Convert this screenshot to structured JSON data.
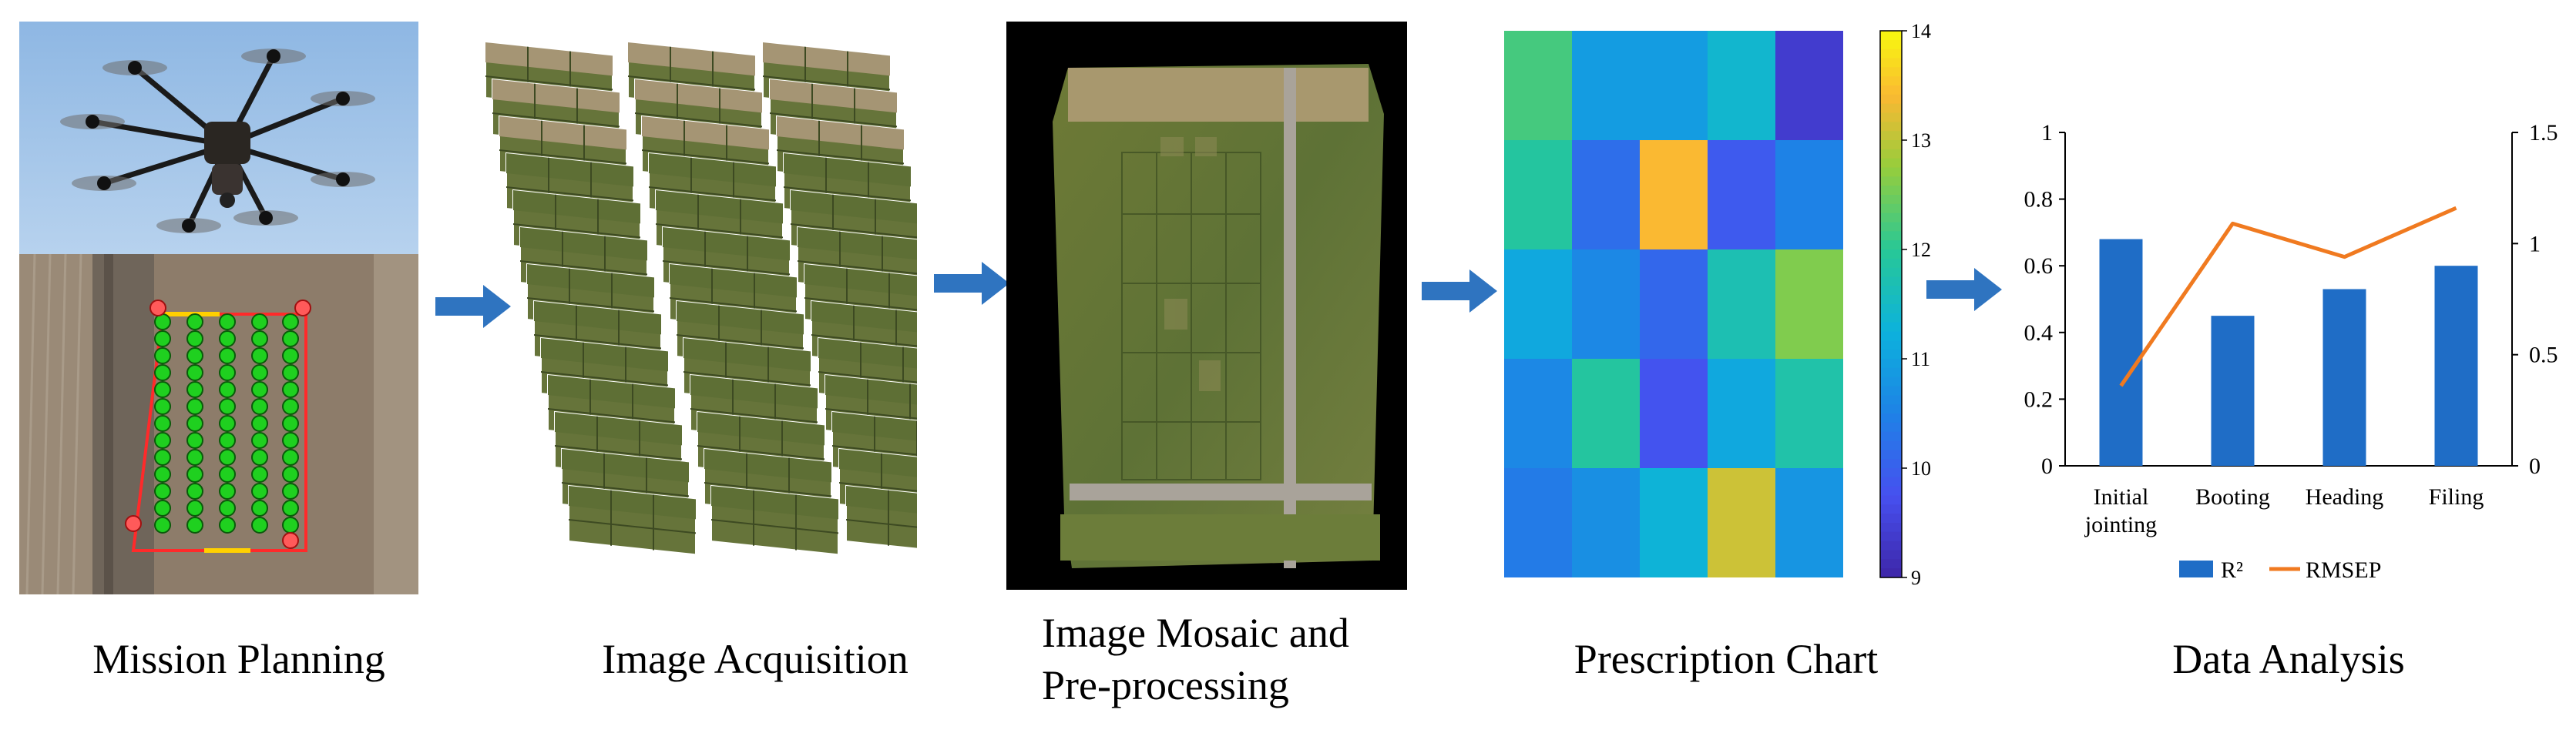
{
  "steps": [
    {
      "caption": "Mission Planning"
    },
    {
      "caption": "Image Acquisition"
    },
    {
      "caption_line1": "Image Mosaic and",
      "caption_line2": "Pre-processing"
    },
    {
      "caption": "Prescription Chart"
    },
    {
      "caption": "Data Analysis"
    }
  ],
  "colors": {
    "arrow": "#2f74c0",
    "sky": "#9cc0e6",
    "field": "#8a7a66",
    "waypoint": "#1fd01f",
    "flight_path": "#ff2a2a",
    "bar": "#1f6dc6",
    "line": "#f07a20"
  },
  "prescription": {
    "colorbar_ticks": [
      "14",
      "13",
      "12",
      "11",
      "10",
      "9"
    ],
    "colorbar_range": [
      9,
      14
    ],
    "grid": [
      [
        12.2,
        10.9,
        10.9,
        11.4,
        9.4
      ],
      [
        11.9,
        10.2,
        13.4,
        9.9,
        10.5
      ],
      [
        11.1,
        10.6,
        10.1,
        11.7,
        12.6
      ],
      [
        10.6,
        11.9,
        9.8,
        11.1,
        11.8
      ],
      [
        10.4,
        10.7,
        11.3,
        13.1,
        10.8
      ]
    ]
  },
  "chart_data": {
    "type": "bar",
    "categories": [
      "Initial\njointing",
      "Booting",
      "Heading",
      "Filing"
    ],
    "category_lines": [
      [
        "Initial",
        "jointing"
      ],
      [
        "Booting"
      ],
      [
        "Heading"
      ],
      [
        "Filing"
      ]
    ],
    "series": [
      {
        "name": "R²",
        "type": "bar",
        "axis": "left",
        "values": [
          0.68,
          0.45,
          0.53,
          0.6
        ]
      },
      {
        "name": "RMSEP",
        "type": "line",
        "axis": "right",
        "values": [
          0.36,
          1.09,
          0.94,
          1.16
        ]
      }
    ],
    "ylim_left": [
      0,
      1
    ],
    "yticks_left": [
      "0",
      "0.2",
      "0.4",
      "0.6",
      "0.8",
      "1"
    ],
    "ylim_right": [
      0,
      1.5
    ],
    "yticks_right": [
      "0",
      "0.5",
      "1",
      "1.5"
    ],
    "legend": [
      "R²",
      "RMSEP"
    ],
    "legend_position": "bottom",
    "grid": false
  }
}
